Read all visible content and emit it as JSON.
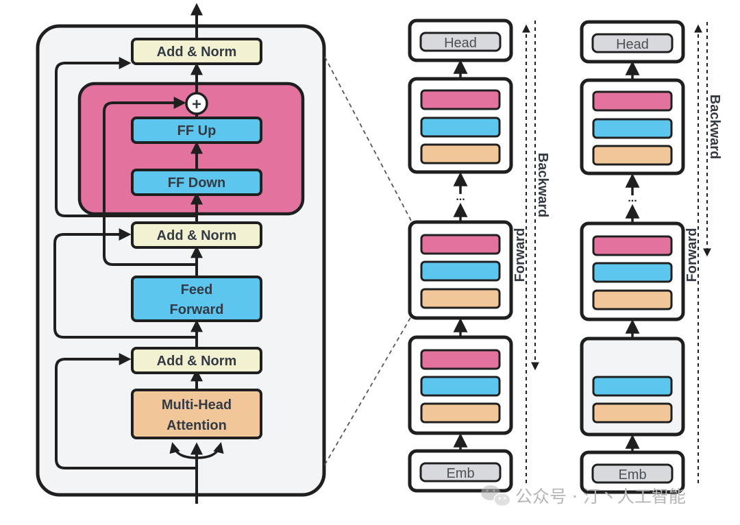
{
  "transformer_block": {
    "add_norm_top": "Add & Norm",
    "ff_up": "FF Up",
    "ff_down": "FF Down",
    "add_norm_mid": "Add & Norm",
    "feed_forward_line1": "Feed",
    "feed_forward_line2": "Forward",
    "add_norm_bottom": "Add & Norm",
    "attention_line1": "Multi-Head",
    "attention_line2": "Attention",
    "plus_symbol": "+"
  },
  "stack_left": {
    "head": "Head",
    "ellipsis": "...",
    "emb": "Emb",
    "forward": "Forward",
    "backward": "Backward"
  },
  "stack_right": {
    "head": "Head",
    "ellipsis": "...",
    "emb": "Emb",
    "forward": "Forward",
    "backward": "Backward"
  },
  "watermark": "公众号 · 汀丶人工智能",
  "colors": {
    "add_norm": "#f2f1d2",
    "ffn_block": "#e4729e",
    "feed_forward": "#5cc6ee",
    "attention": "#f1c79a",
    "layer_pink": "#e4729e",
    "layer_blue": "#5cc6ee",
    "layer_orange": "#f1c79a",
    "head_emb": "#d8d9dc",
    "frame": "#1f1f1f"
  }
}
